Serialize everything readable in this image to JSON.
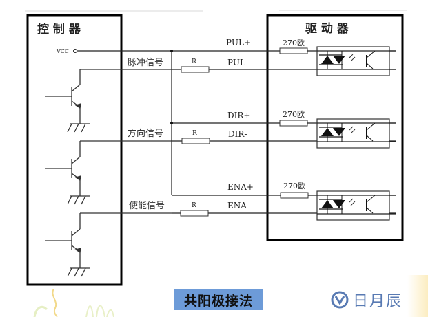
{
  "controller": {
    "title": "控 制 器",
    "vcc_label": "VCC"
  },
  "driver": {
    "title": "驱 动 器"
  },
  "signals": [
    {
      "name": "脉冲信号",
      "plus": "PUL+",
      "minus": "PUL-",
      "resistor_ext": "R",
      "resistor_int": "270欧"
    },
    {
      "name": "方向信号",
      "plus": "DIR+",
      "minus": "DIR-",
      "resistor_ext": "R",
      "resistor_int": "270欧"
    },
    {
      "name": "使能信号",
      "plus": "ENA+",
      "minus": "ENA-",
      "resistor_ext": "R",
      "resistor_int": "270欧"
    }
  ],
  "caption": "共阳极接法",
  "watermark": "日月辰",
  "colors": {
    "line": "#1a1a1a",
    "box_border": "#000000",
    "badge_bg": "#6d9bd8",
    "watermark": "#3b63a6"
  }
}
